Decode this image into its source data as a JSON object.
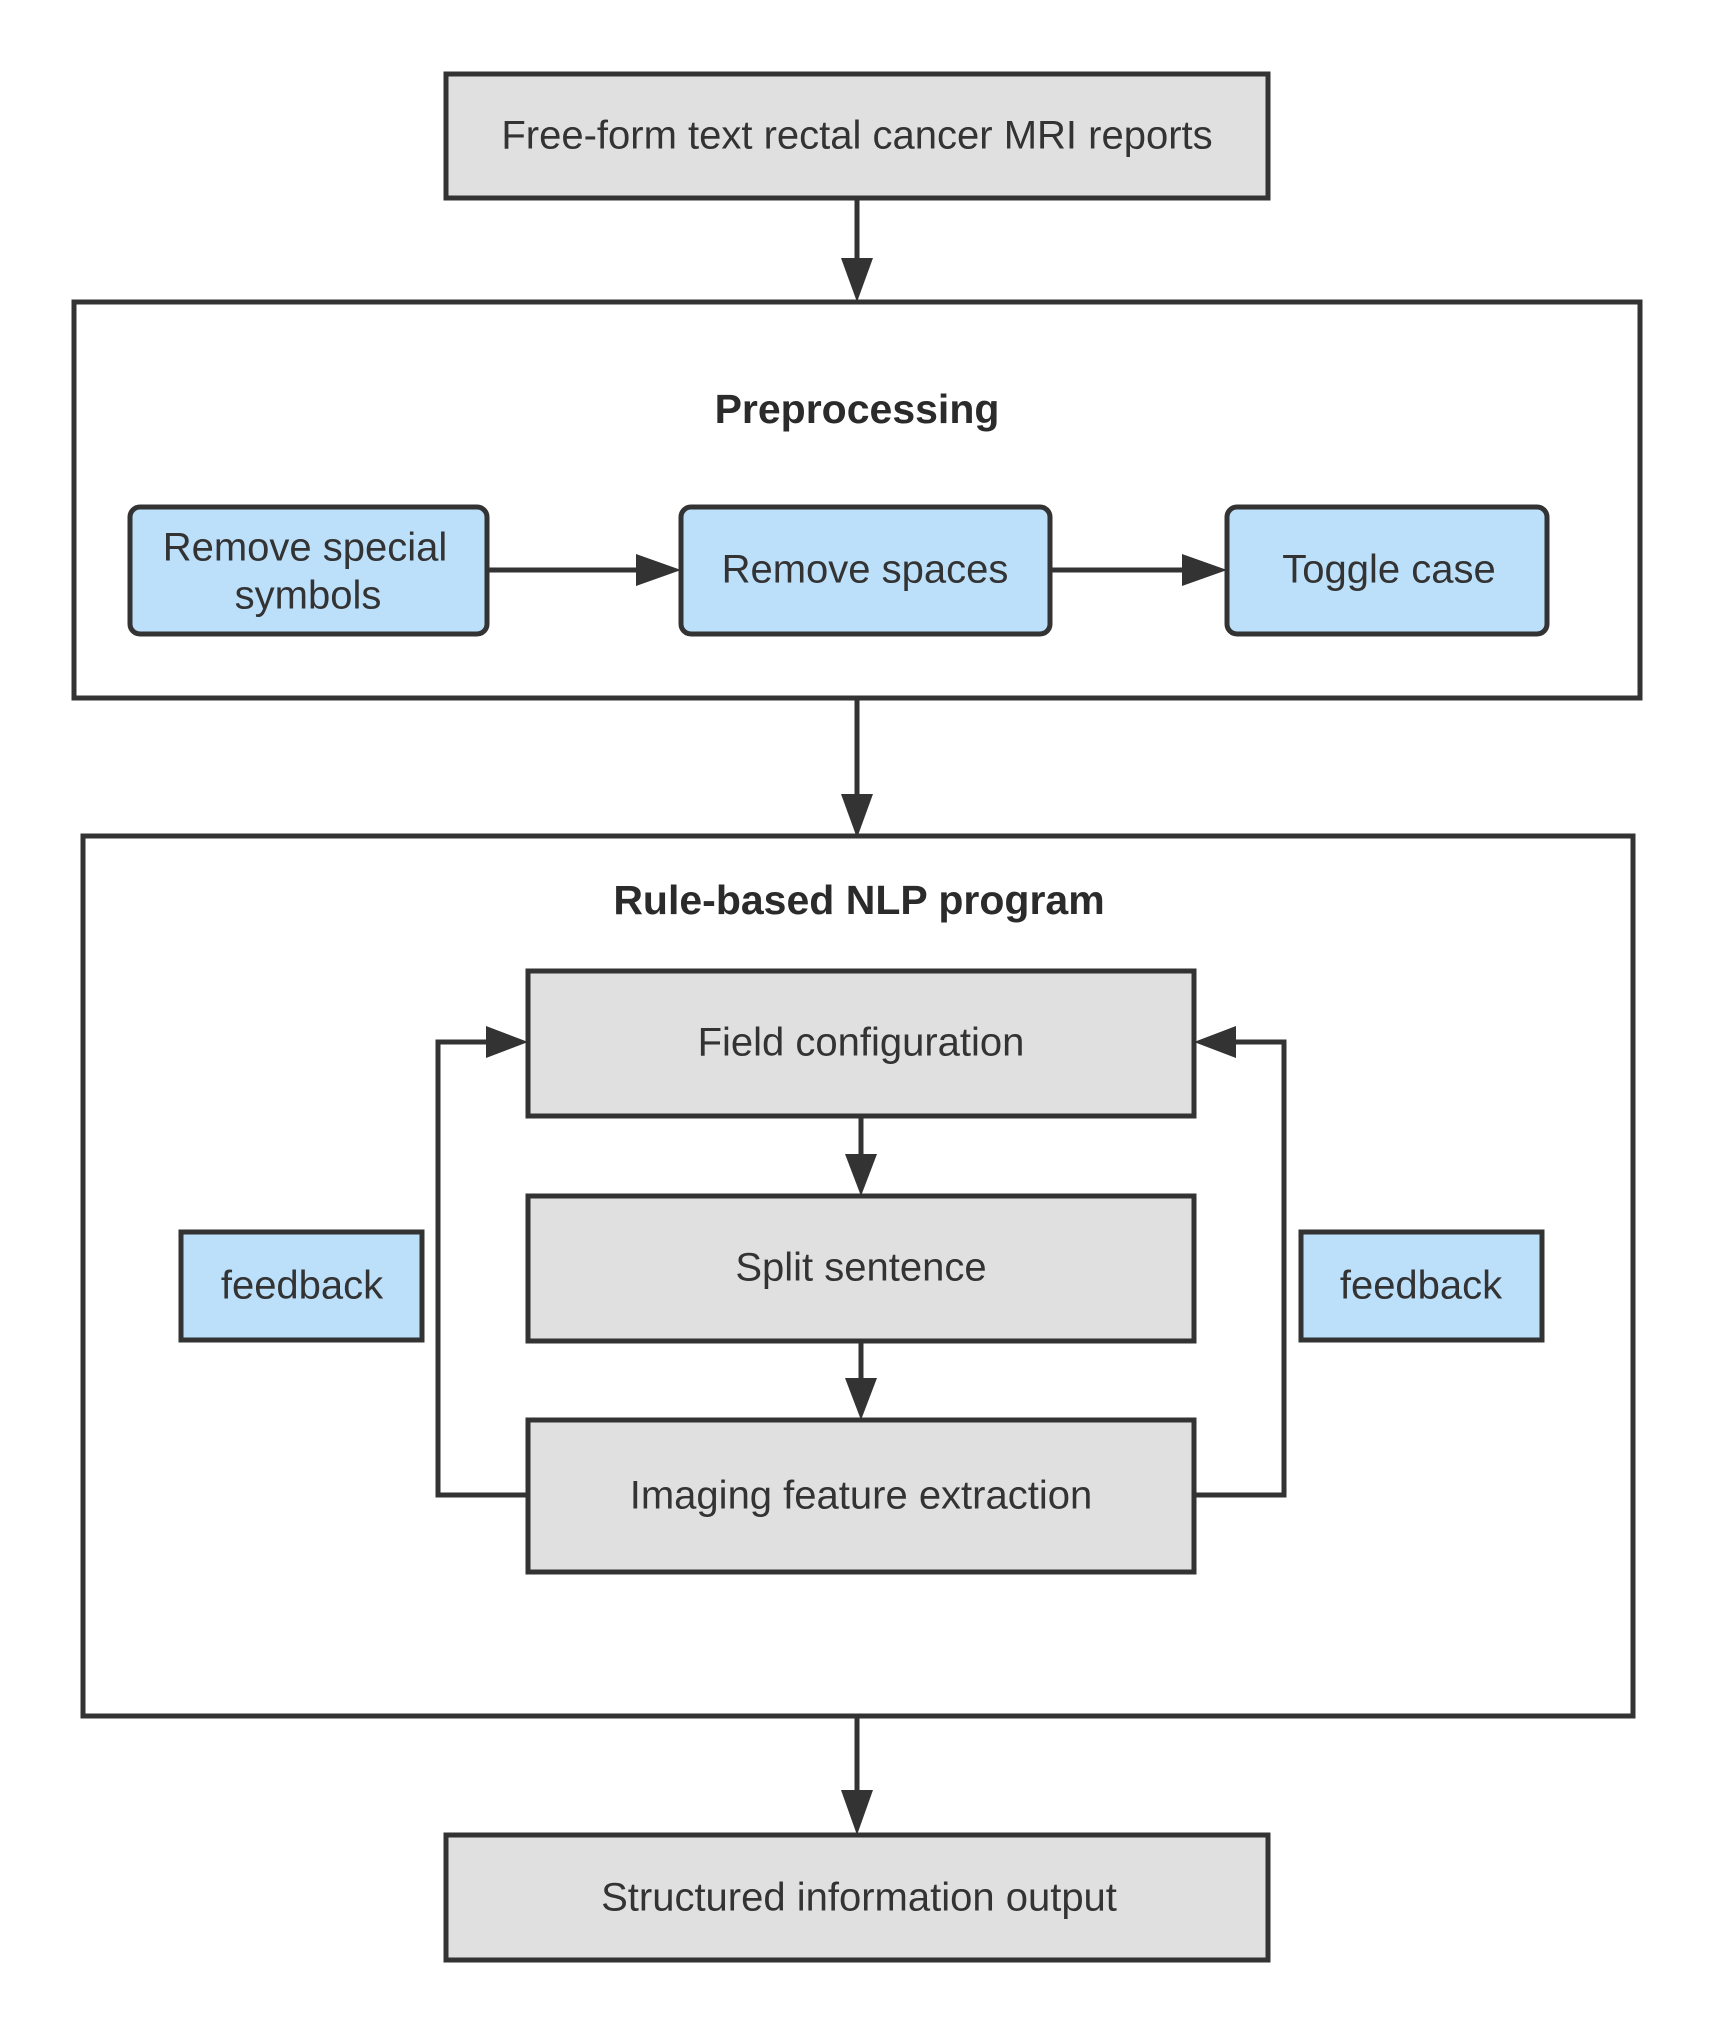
{
  "nodes": {
    "input": "Free-form text rectal cancer MRI reports",
    "remove_special_symbols": [
      "Remove special",
      "symbols"
    ],
    "remove_spaces": "Remove spaces",
    "toggle_case": "Toggle case",
    "field_configuration": "Field configuration",
    "split_sentence": "Split sentence",
    "imaging_feature_extraction": "Imaging feature extraction",
    "feedback_left": "feedback",
    "feedback_right": "feedback",
    "output": "Structured information output"
  },
  "groups": {
    "preprocessing": "Preprocessing",
    "nlp_program": "Rule-based NLP program"
  },
  "colors": {
    "stroke": "#333333",
    "gray_fill": "#e0e0e0",
    "blue_fill": "#bcdffa",
    "group_fill": "#ffffff"
  },
  "edges": [
    {
      "from": "input",
      "to": "preprocessing"
    },
    {
      "from": "remove_special_symbols",
      "to": "remove_spaces"
    },
    {
      "from": "remove_spaces",
      "to": "toggle_case"
    },
    {
      "from": "preprocessing",
      "to": "nlp_program"
    },
    {
      "from": "field_configuration",
      "to": "split_sentence"
    },
    {
      "from": "split_sentence",
      "to": "imaging_feature_extraction"
    },
    {
      "from": "imaging_feature_extraction",
      "to": "field_configuration",
      "label": "feedback_left"
    },
    {
      "from": "imaging_feature_extraction",
      "to": "field_configuration",
      "label": "feedback_right"
    },
    {
      "from": "nlp_program",
      "to": "output"
    }
  ]
}
